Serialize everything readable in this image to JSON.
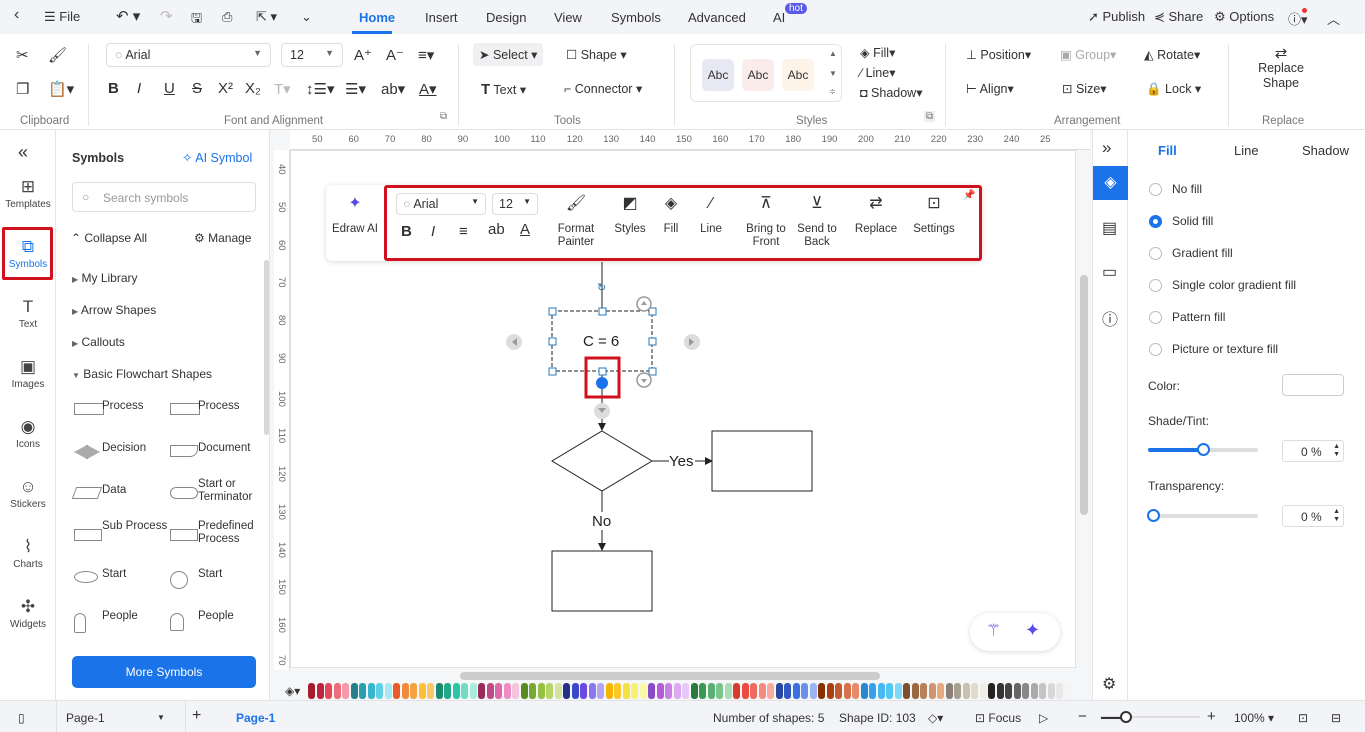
{
  "titlebar": {
    "file": "File",
    "tabs": [
      "Home",
      "Insert",
      "Design",
      "View",
      "Symbols",
      "Advanced",
      "AI"
    ],
    "hot_badge": "hot",
    "publish": "Publish",
    "share": "Share",
    "options": "Options"
  },
  "ribbon": {
    "clipboard_label": "Clipboard",
    "font_label": "Font and Alignment",
    "tools_label": "Tools",
    "styles_label": "Styles",
    "arrangement_label": "Arrangement",
    "replace_label": "Replace",
    "font": "Arial",
    "size": "12",
    "select": "Select",
    "shape": "Shape",
    "text": "Text",
    "connector": "Connector",
    "style_swatches": [
      "Abc",
      "Abc",
      "Abc"
    ],
    "fill": "Fill",
    "line": "Line",
    "shadow": "Shadow",
    "position": "Position",
    "group": "Group",
    "rotate": "Rotate",
    "align": "Align",
    "size_btn": "Size",
    "lock": "Lock",
    "replace_shape": [
      "Replace",
      "Shape"
    ]
  },
  "rail": [
    {
      "label": "Templates",
      "icon": "templates-icon"
    },
    {
      "label": "Symbols",
      "icon": "symbols-icon"
    },
    {
      "label": "Text",
      "icon": "text-icon"
    },
    {
      "label": "Images",
      "icon": "images-icon"
    },
    {
      "label": "Icons",
      "icon": "icons-icon"
    },
    {
      "label": "Stickers",
      "icon": "stickers-icon"
    },
    {
      "label": "Charts",
      "icon": "charts-icon"
    },
    {
      "label": "Widgets",
      "icon": "widgets-icon"
    }
  ],
  "symbols": {
    "title": "Symbols",
    "ai_symbol": "AI Symbol",
    "search_placeholder": "Search symbols",
    "collapse_all": "Collapse All",
    "manage": "Manage",
    "categories": [
      "My Library",
      "Arrow Shapes",
      "Callouts",
      "Basic Flowchart Shapes"
    ],
    "shapes": [
      [
        "Process",
        "Process"
      ],
      [
        "Decision",
        "Document"
      ],
      [
        "Data",
        "Start or Terminator"
      ],
      [
        "Sub Process",
        "Predefined Process"
      ],
      [
        "Start",
        "Start"
      ],
      [
        "People",
        "People"
      ]
    ],
    "more": "More Symbols"
  },
  "ruler": {
    "h": [
      "50",
      "60",
      "70",
      "80",
      "90",
      "100",
      "110",
      "120",
      "130",
      "140",
      "150",
      "160",
      "170",
      "180",
      "190",
      "200",
      "210",
      "220",
      "230",
      "240",
      "25"
    ],
    "v": [
      "40",
      "50",
      "60",
      "70",
      "80",
      "90",
      "100",
      "110",
      "120",
      "130",
      "140",
      "150",
      "160",
      "70"
    ]
  },
  "floating_toolbar": {
    "edraw_ai": "Edraw AI",
    "font": "Arial",
    "size": "12",
    "format_painter": [
      "Format",
      "Painter"
    ],
    "styles": "Styles",
    "fill": "Fill",
    "line": "Line",
    "bring_front": [
      "Bring to",
      "Front"
    ],
    "send_back": [
      "Send to",
      "Back"
    ],
    "replace": "Replace",
    "settings": "Settings"
  },
  "diagram": {
    "process_text": "C = 6",
    "yes": "Yes",
    "no": "No"
  },
  "palette": [
    "#a51c30",
    "#c0243c",
    "#e04a5a",
    "#ec6d7d",
    "#f59aa6",
    "#24808a",
    "#2a9fb0",
    "#36b5cc",
    "#5fd0e6",
    "#a8e8f2",
    "#e85a2a",
    "#f08a3c",
    "#f5a340",
    "#fbbf38",
    "#f7c96a",
    "#1a8a6e",
    "#20a888",
    "#2cc6a6",
    "#70dcc4",
    "#a8ecdc",
    "#9a2a5a",
    "#c04a88",
    "#dc6aa8",
    "#f08cc4",
    "#f4c4dc",
    "#5a8a20",
    "#78a830",
    "#96c040",
    "#b4d464",
    "#d4e4a0",
    "#24308a",
    "#3a48c8",
    "#6a4ae0",
    "#8a78ec",
    "#b4a4f4",
    "#f4b400",
    "#f8c828",
    "#f4e040",
    "#f8f070",
    "#f8f8a8",
    "#8a4ac8",
    "#b45ad8",
    "#c880e4",
    "#dcaaf0",
    "#e8c8f8",
    "#2a7a40",
    "#3a9a54",
    "#5ab070",
    "#7ac48c",
    "#a8dcb4",
    "#d83a30",
    "#ec4a40",
    "#f06a60",
    "#f48a80",
    "#f8aaa0",
    "#2a48a0",
    "#3058c0",
    "#3a70e0",
    "#6a90ec",
    "#9ab4f4",
    "#8a3000",
    "#a84010",
    "#c05a30",
    "#d8704a",
    "#e88a6a",
    "#2a88d0",
    "#38a0e8",
    "#48b8f0",
    "#50c8f4",
    "#80d8f8",
    "#7a5030",
    "#9a6840",
    "#b88058",
    "#d09470",
    "#e8a880",
    "#8a8078",
    "#a8a090",
    "#c8c0b0",
    "#e0dccc",
    "#f0eee4",
    "#222222",
    "#333333",
    "#444444",
    "#666666",
    "#888888",
    "#aaaaaa",
    "#c4c4c4",
    "#d8d8d8",
    "#e8e8e8",
    "#f4f4f4"
  ],
  "right_panel": {
    "tabs": [
      "Fill",
      "Line",
      "Shadow"
    ],
    "options": [
      "No fill",
      "Solid fill",
      "Gradient fill",
      "Single color gradient fill",
      "Pattern fill",
      "Picture or texture fill"
    ],
    "selected": 1,
    "color_label": "Color:",
    "shade_label": "Shade/Tint:",
    "shade_value": "0 %",
    "shade_fraction": 0.5,
    "transparency_label": "Transparency:",
    "transparency_value": "0 %",
    "transparency_fraction": 0
  },
  "status": {
    "page_select": "Page-1",
    "page_tab": "Page-1",
    "num_shapes": "Number of shapes: 5",
    "shape_id": "Shape ID: 103",
    "focus": "Focus",
    "zoom": "100%",
    "zoom_fraction": 0.25
  },
  "colors": {
    "accent": "#1a73e8",
    "highlight": "#d0101c"
  }
}
